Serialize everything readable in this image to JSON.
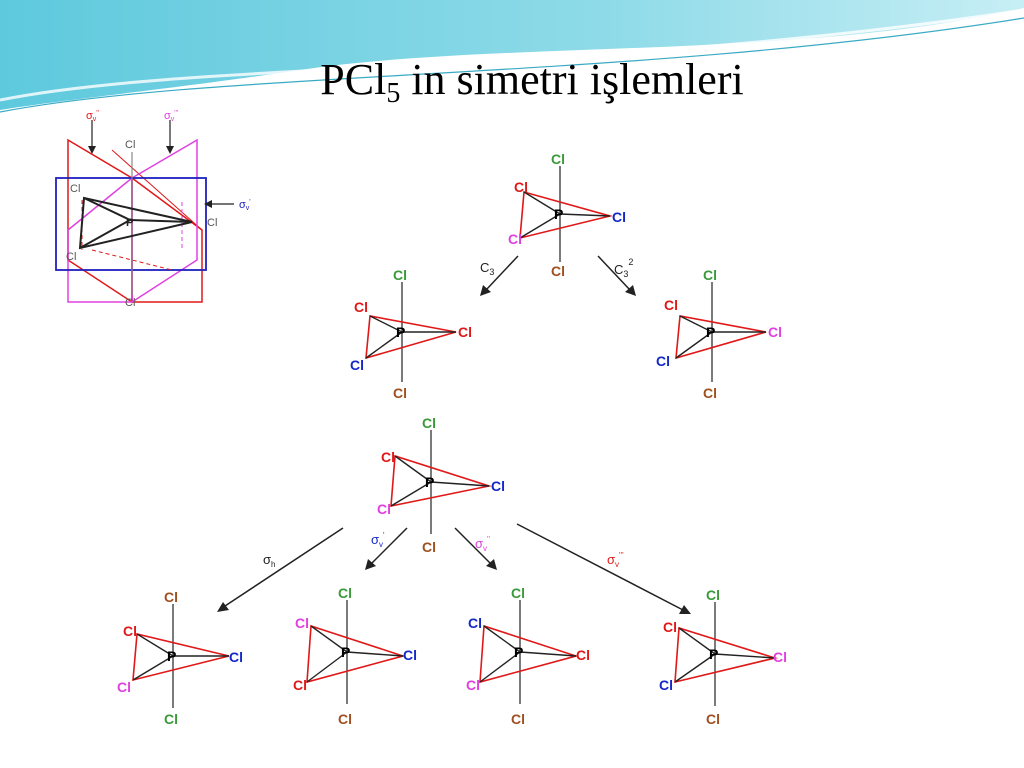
{
  "slide": {
    "title_main": "PCl",
    "title_sub": "5",
    "title_rest": " in simetri işlemleri"
  },
  "atoms": {
    "p": "P",
    "cl": "Cl"
  },
  "operations": {
    "c3": "C",
    "c3_sub": "3",
    "c3sq": "C",
    "c3sq_sub": "3",
    "c3sq_sup": "2",
    "sigma": "σ",
    "sigma_h_sub": "h",
    "sigma_v_sub": "v",
    "prime1": "'",
    "prime2": "''",
    "prime3": "'''"
  },
  "colors": {
    "green": "#3a9a3a",
    "red": "#e01818",
    "blue": "#1428c8",
    "brown": "#a0501e",
    "magenta": "#e040e0",
    "plane_blue": "#2020c0",
    "header_cyan": "#5cc8dc"
  }
}
